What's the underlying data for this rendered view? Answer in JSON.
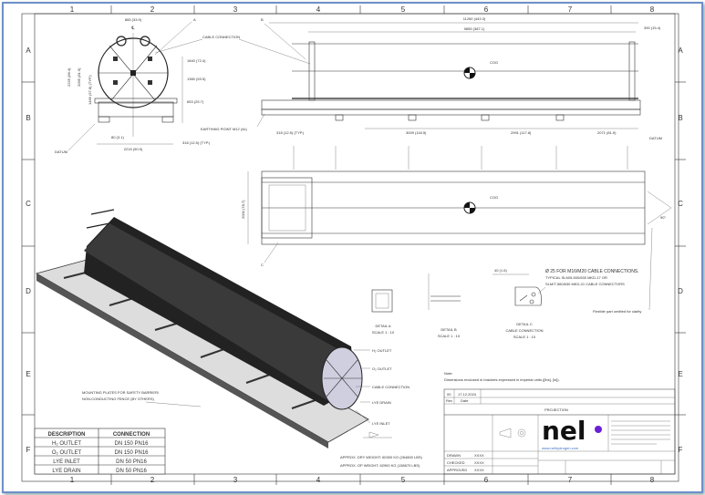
{
  "zones": {
    "columns": [
      "1",
      "2",
      "3",
      "4",
      "5",
      "6",
      "7",
      "8"
    ],
    "rows": [
      "A",
      "B",
      "C",
      "D",
      "E",
      "F"
    ]
  },
  "front_view": {
    "dims": [
      "865 (33.9)",
      "2225 (86.4)",
      "2095 (81.9)",
      "1466 (57.8) (TYP.)",
      "1840 (72.4)",
      "1360 (53.5)",
      "653 (25.7)",
      "80 (3.1)",
      "2215 (90.9)",
      "318 (12.5) (TYP.)"
    ],
    "centerline": "℄",
    "datum": "DATUM",
    "label_a": "A",
    "cable_connection": "CABLE CONNECTION",
    "earthing": "EARTHING POINT M12 (4x)"
  },
  "side_view": {
    "label_b": "B",
    "dims": [
      "11260 (443.3)",
      "9855 (387.1)",
      "390 (15.4)",
      "318 (12.5) (TYP.)",
      "3009 (118.5)",
      "2991 (117.8)",
      "2071 (81.5)"
    ],
    "cog": "COG",
    "datum": "DATUM"
  },
  "top_view": {
    "dims": [
      "2000 (78.7)",
      "90°"
    ],
    "cog": "COG",
    "label_c": "C",
    "flexible_note": "Flexible part omitted for clarity"
  },
  "details": [
    {
      "title": "DETAIL A",
      "scale": "SCALE 1 : 10"
    },
    {
      "title": "DETAIL B",
      "scale": "SCALE 1 : 10"
    },
    {
      "title": "DETAIL C",
      "subtitle": "CABLE CONNECTION",
      "scale": "SCALE 1 : 10"
    }
  ],
  "cable_note": [
    "Ø 25 FOR M16/M20 CABLE CONNECTIONS.",
    "TYPICAL SLM/5-500/630 MKD-17 OR",
    "SLM/T-560/630 MKD-21 CABLE CONNECTORS"
  ],
  "detail_c_dim": "40 (1.6)",
  "callouts": [
    "H₂ OUTLET",
    "O₂ OUTLET",
    "CABLE CONNECTION",
    "LYE DRAIN",
    "LYE INLET"
  ],
  "mounting_note": [
    "MOUNTING PLATES FOR SAFETY BARRIER/",
    "NON-CONDUCTING FENCE (BY OTHERS)"
  ],
  "table": {
    "headers": [
      "DESCRIPTION",
      "CONNECTION"
    ],
    "rows": [
      [
        "H₂ OUTLET",
        "DN 150 PN16"
      ],
      [
        "O₂ OUTLET",
        "DN 150 PN16"
      ],
      [
        "LYE INLET",
        "DN 50 PN16"
      ],
      [
        "LYE DRAIN",
        "DN 50 PN16"
      ]
    ]
  },
  "weights": [
    "APPROX. DRY WEIGHT:  60300 KG  (264800 LBS)",
    "APPROX. OP WEIGHT:   62900 KG  (138670 LBS)"
  ],
  "notes": {
    "title": "Note:",
    "text": "Dimensions enclosed in brackets expressed in imperial units ([lbs], [in])."
  },
  "title_block": {
    "rev_rows": [
      [
        "00",
        "17.12.2024"
      ],
      [
        "Rev",
        "Date"
      ]
    ],
    "projection": "PROJECTION",
    "logo": "nel",
    "logo_accent": "#6a1fd6",
    "website": "www.nelhydrogen.com",
    "left_labels": [
      "DRAWN",
      "CHECKED",
      "APPROVED"
    ],
    "left_values": [
      "XXXX",
      "XXXX",
      "XXXX"
    ]
  }
}
